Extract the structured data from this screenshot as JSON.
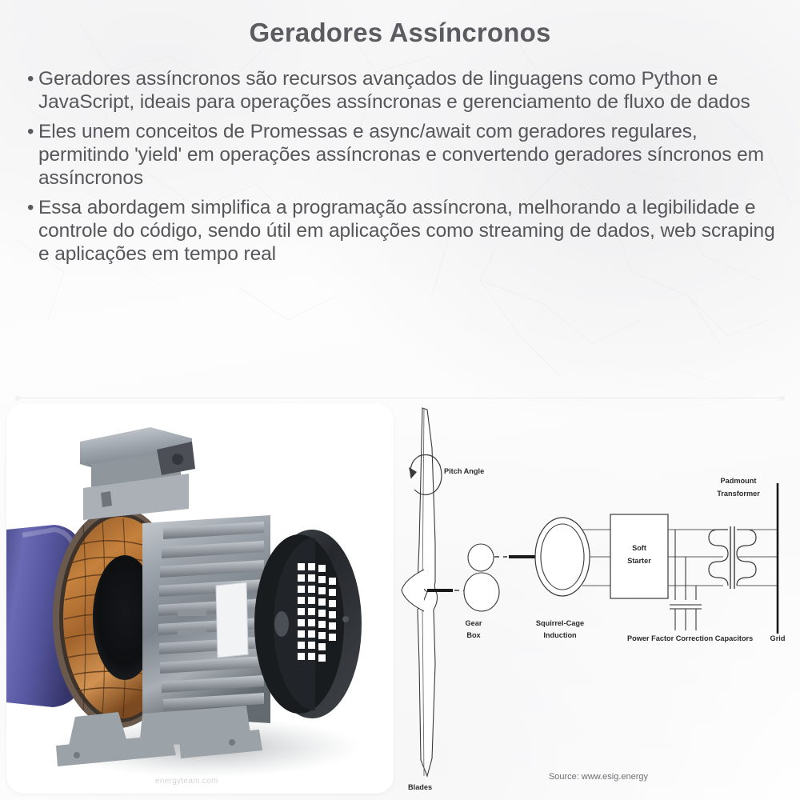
{
  "slide": {
    "title": "Geradores Assíncronos",
    "bullet_marker": "•",
    "bullets": [
      "Geradores assíncronos são recursos avançados de linguagens como Python e JavaScript, ideais para operações assíncronas e gerenciamento de fluxo de dados",
      "Eles unem conceitos de Promessas e async/await com geradores regulares, permitindo 'yield' em operações assíncronas e convertendo geradores síncronos em assíncronos",
      "Essa abordagem simplifica a programação assíncrona, melhorando a legibilidade e controle do código, sendo útil em aplicações como streaming de dados, web scraping e aplicações em tempo real"
    ],
    "colors": {
      "title": "#5c5c60",
      "body_text": "#57575b",
      "background": "#fbfbfb",
      "divider": "#ececed"
    }
  },
  "photo": {
    "alt_name": "cutaway-induction-motor-photo",
    "watermark": "energyteam.com",
    "colors": {
      "shaft_purple": "#4a4a8f",
      "shaft_purple_light": "#6a6ab0",
      "copper": "#b06c2e",
      "copper_light": "#d08a45",
      "housing_gray": "#9aa0a6",
      "housing_dark": "#5b6066",
      "endcap_black": "#2c2f33"
    }
  },
  "diagram": {
    "name": "wind-turbine-squirrel-cage-induction-generator-single-line-diagram",
    "source": "Source: www.esig.energy",
    "labels": {
      "pitch_angle": "Pitch Angle",
      "blades": "Blades",
      "gear_box_line1": "Gear",
      "gear_box_line2": "Box",
      "induction_line1": "Squirrel-Cage",
      "induction_line2": "Induction",
      "soft_starter_line1": "Soft",
      "soft_starter_line2": "Starter",
      "transformer_line1": "Padmount",
      "transformer_line2": "Transformer",
      "capacitors": "Power Factor Correction Capacitors",
      "grid": "Grid"
    },
    "colors": {
      "stroke": "#3a3a3a",
      "thin_stroke": "#555555",
      "text": "#2b2b2b",
      "source_text": "#6f6f74"
    },
    "counts": {
      "phases": 3,
      "capacitors": 3,
      "transformer_coil_loops": 3
    }
  }
}
